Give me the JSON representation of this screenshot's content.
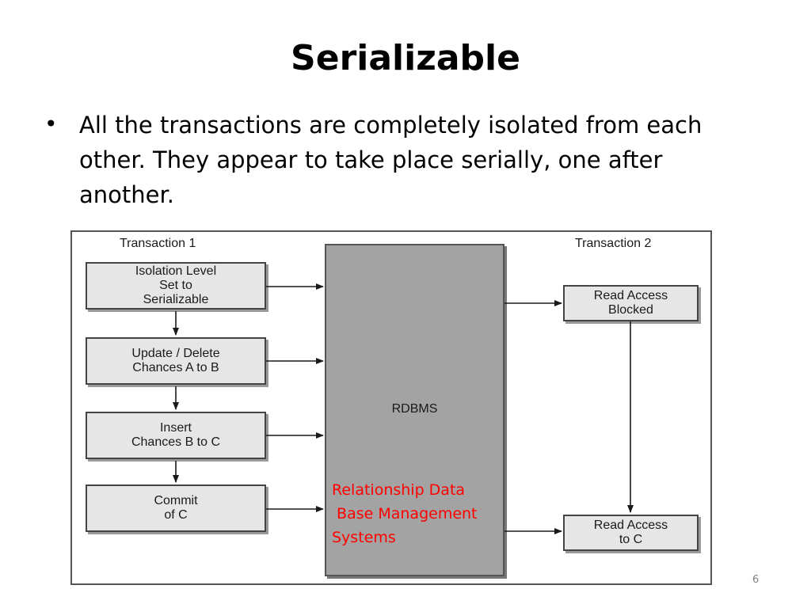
{
  "slide": {
    "title": "Serializable",
    "bullet": "All the transactions are completely isolated from each other. They appear to take place serially, one after another.",
    "page_number": "6"
  },
  "diagram": {
    "transaction1_label": "Transaction 1",
    "transaction2_label": "Transaction 2",
    "transaction1_steps": [
      "Isolation Level\nSet to\nSerializable",
      "Update / Delete\nChances A to B",
      "Insert\nChances B to C",
      "Commit\nof C"
    ],
    "transaction2_steps": [
      "Read Access\nBlocked",
      "Read Access\nto C"
    ],
    "rdbms_label": "RDBMS",
    "rdbms_annotation": "Relationship Data\n Base Management\nSystems",
    "colors": {
      "box_fill": "#e6e6e6",
      "rdbms_fill": "#a3a3a3",
      "annotation": "#ff0000"
    }
  }
}
